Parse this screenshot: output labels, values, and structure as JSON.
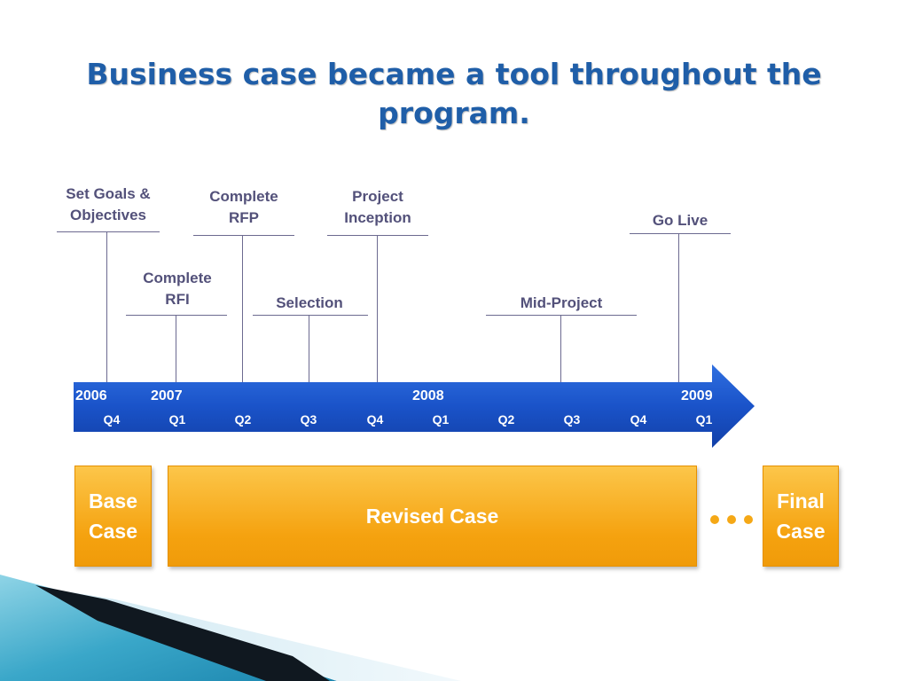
{
  "title": "Business case became a tool throughout the program.",
  "milestones": [
    {
      "label": "Set Goals &\nObjectives"
    },
    {
      "label": "Complete\nRFI"
    },
    {
      "label": "Complete\nRFP"
    },
    {
      "label": "Selection"
    },
    {
      "label": "Project\nInception"
    },
    {
      "label": "Mid-Project"
    },
    {
      "label": "Go Live"
    }
  ],
  "timeline": {
    "years": [
      "2006",
      "2007",
      "2008",
      "2009"
    ],
    "quarters": [
      "Q4",
      "Q1",
      "Q2",
      "Q3",
      "Q4",
      "Q1",
      "Q2",
      "Q3",
      "Q4",
      "Q1"
    ]
  },
  "cases": {
    "base": "Base\nCase",
    "revised": "Revised Case",
    "final": "Final\nCase"
  },
  "colors": {
    "title": "#1f5ea8",
    "arrow": "#1a53c9",
    "milestone_text": "#53517a",
    "case_box": "#f5a20f"
  }
}
